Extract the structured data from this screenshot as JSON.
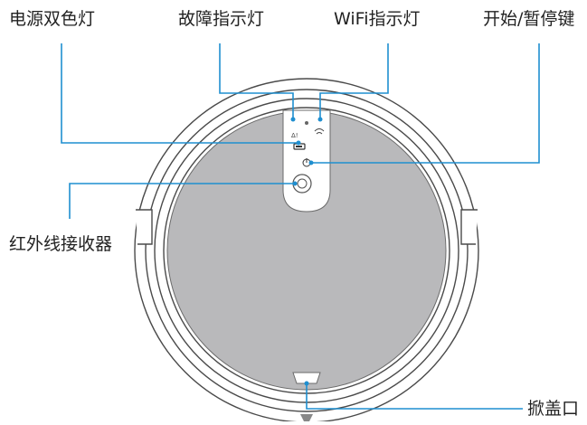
{
  "labels": {
    "power_indicator": "电源双色灯",
    "fault_indicator": "故障指示灯",
    "wifi_indicator": "WiFi指示灯",
    "start_pause_key": "开始/暂停键",
    "ir_receiver": "红外线接收器",
    "lid_opening": "掀盖口"
  },
  "colors": {
    "callout_line": "#1f8fd0",
    "callout_dot": "#1f8fd0",
    "body_outline": "#4a4a4a",
    "top_cover_fill": "#b9b9bb",
    "body_fill": "#ffffff"
  }
}
